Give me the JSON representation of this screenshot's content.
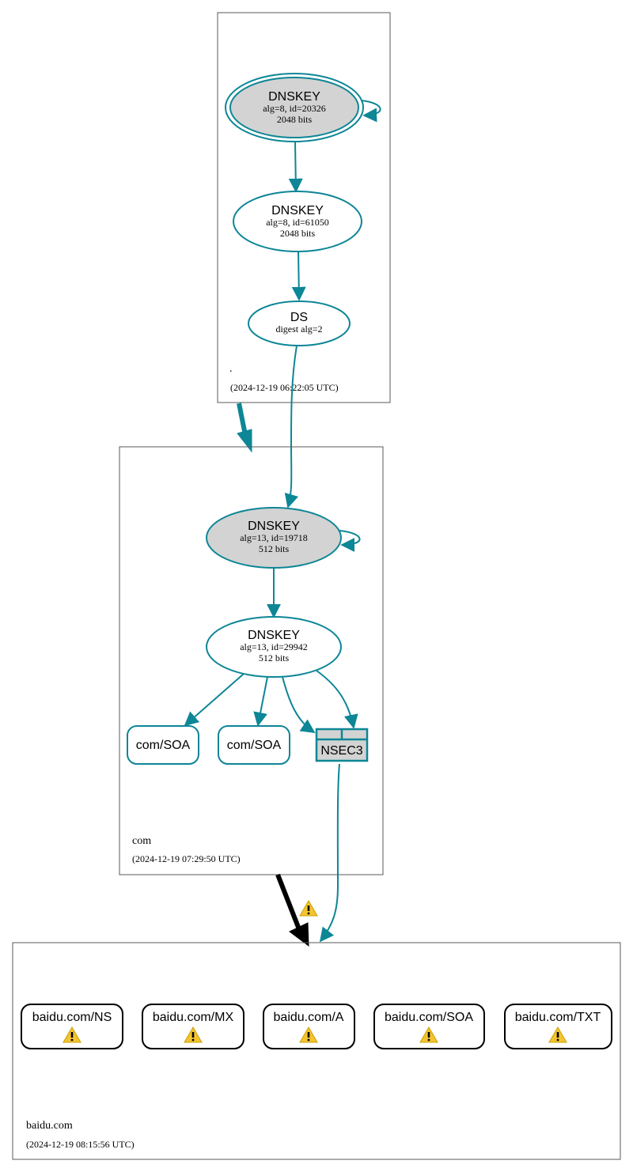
{
  "colors": {
    "edge": "#0d8696",
    "node_fill_key": "#d3d3d3",
    "warning_fill": "#f4c430",
    "box_stroke": "#5a5a5a"
  },
  "zones": {
    "root": {
      "name": ".",
      "timestamp": "(2024-12-19 06:22:05 UTC)",
      "ksk": {
        "title": "DNSKEY",
        "line1": "alg=8, id=20326",
        "line2": "2048 bits"
      },
      "zsk": {
        "title": "DNSKEY",
        "line1": "alg=8, id=61050",
        "line2": "2048 bits"
      },
      "ds": {
        "title": "DS",
        "line1": "digest alg=2"
      }
    },
    "com": {
      "name": "com",
      "timestamp": "(2024-12-19 07:29:50 UTC)",
      "ksk": {
        "title": "DNSKEY",
        "line1": "alg=13, id=19718",
        "line2": "512 bits"
      },
      "zsk": {
        "title": "DNSKEY",
        "line1": "alg=13, id=29942",
        "line2": "512 bits"
      },
      "soa1": "com/SOA",
      "soa2": "com/SOA",
      "nsec3": "NSEC3"
    },
    "baidu": {
      "name": "baidu.com",
      "timestamp": "(2024-12-19 08:15:56 UTC)",
      "records": [
        "baidu.com/NS",
        "baidu.com/MX",
        "baidu.com/A",
        "baidu.com/SOA",
        "baidu.com/TXT"
      ]
    }
  },
  "icons": {
    "warning": "warning-icon"
  }
}
